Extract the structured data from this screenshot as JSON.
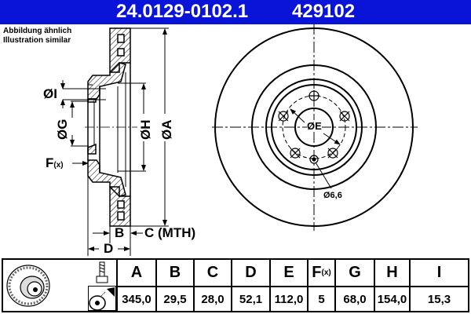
{
  "header": {
    "part_number": "24.0129-0102.1",
    "reference": "429102",
    "banner_color": "#0a14d8"
  },
  "note": {
    "line1": "Abbildung ähnlich",
    "line2": "Illustration similar"
  },
  "side_view_labels": {
    "dia_i": "ØI",
    "dia_g": "ØG",
    "dia_h": "ØH",
    "dia_a": "ØA",
    "f": "F",
    "f_sub": "(x)",
    "b": "B",
    "c": "C (MTH)",
    "d": "D"
  },
  "front_view_labels": {
    "dia_e": "ØE",
    "hole": "Ø6,6"
  },
  "table": {
    "columns": [
      "A",
      "B",
      "C",
      "D",
      "E",
      "F",
      "G",
      "H",
      "I"
    ],
    "f_sub": "(x)",
    "values": [
      "345,0",
      "29,5",
      "28,0",
      "52,1",
      "112,0",
      "5",
      "68,0",
      "154,0",
      "15,3"
    ]
  }
}
